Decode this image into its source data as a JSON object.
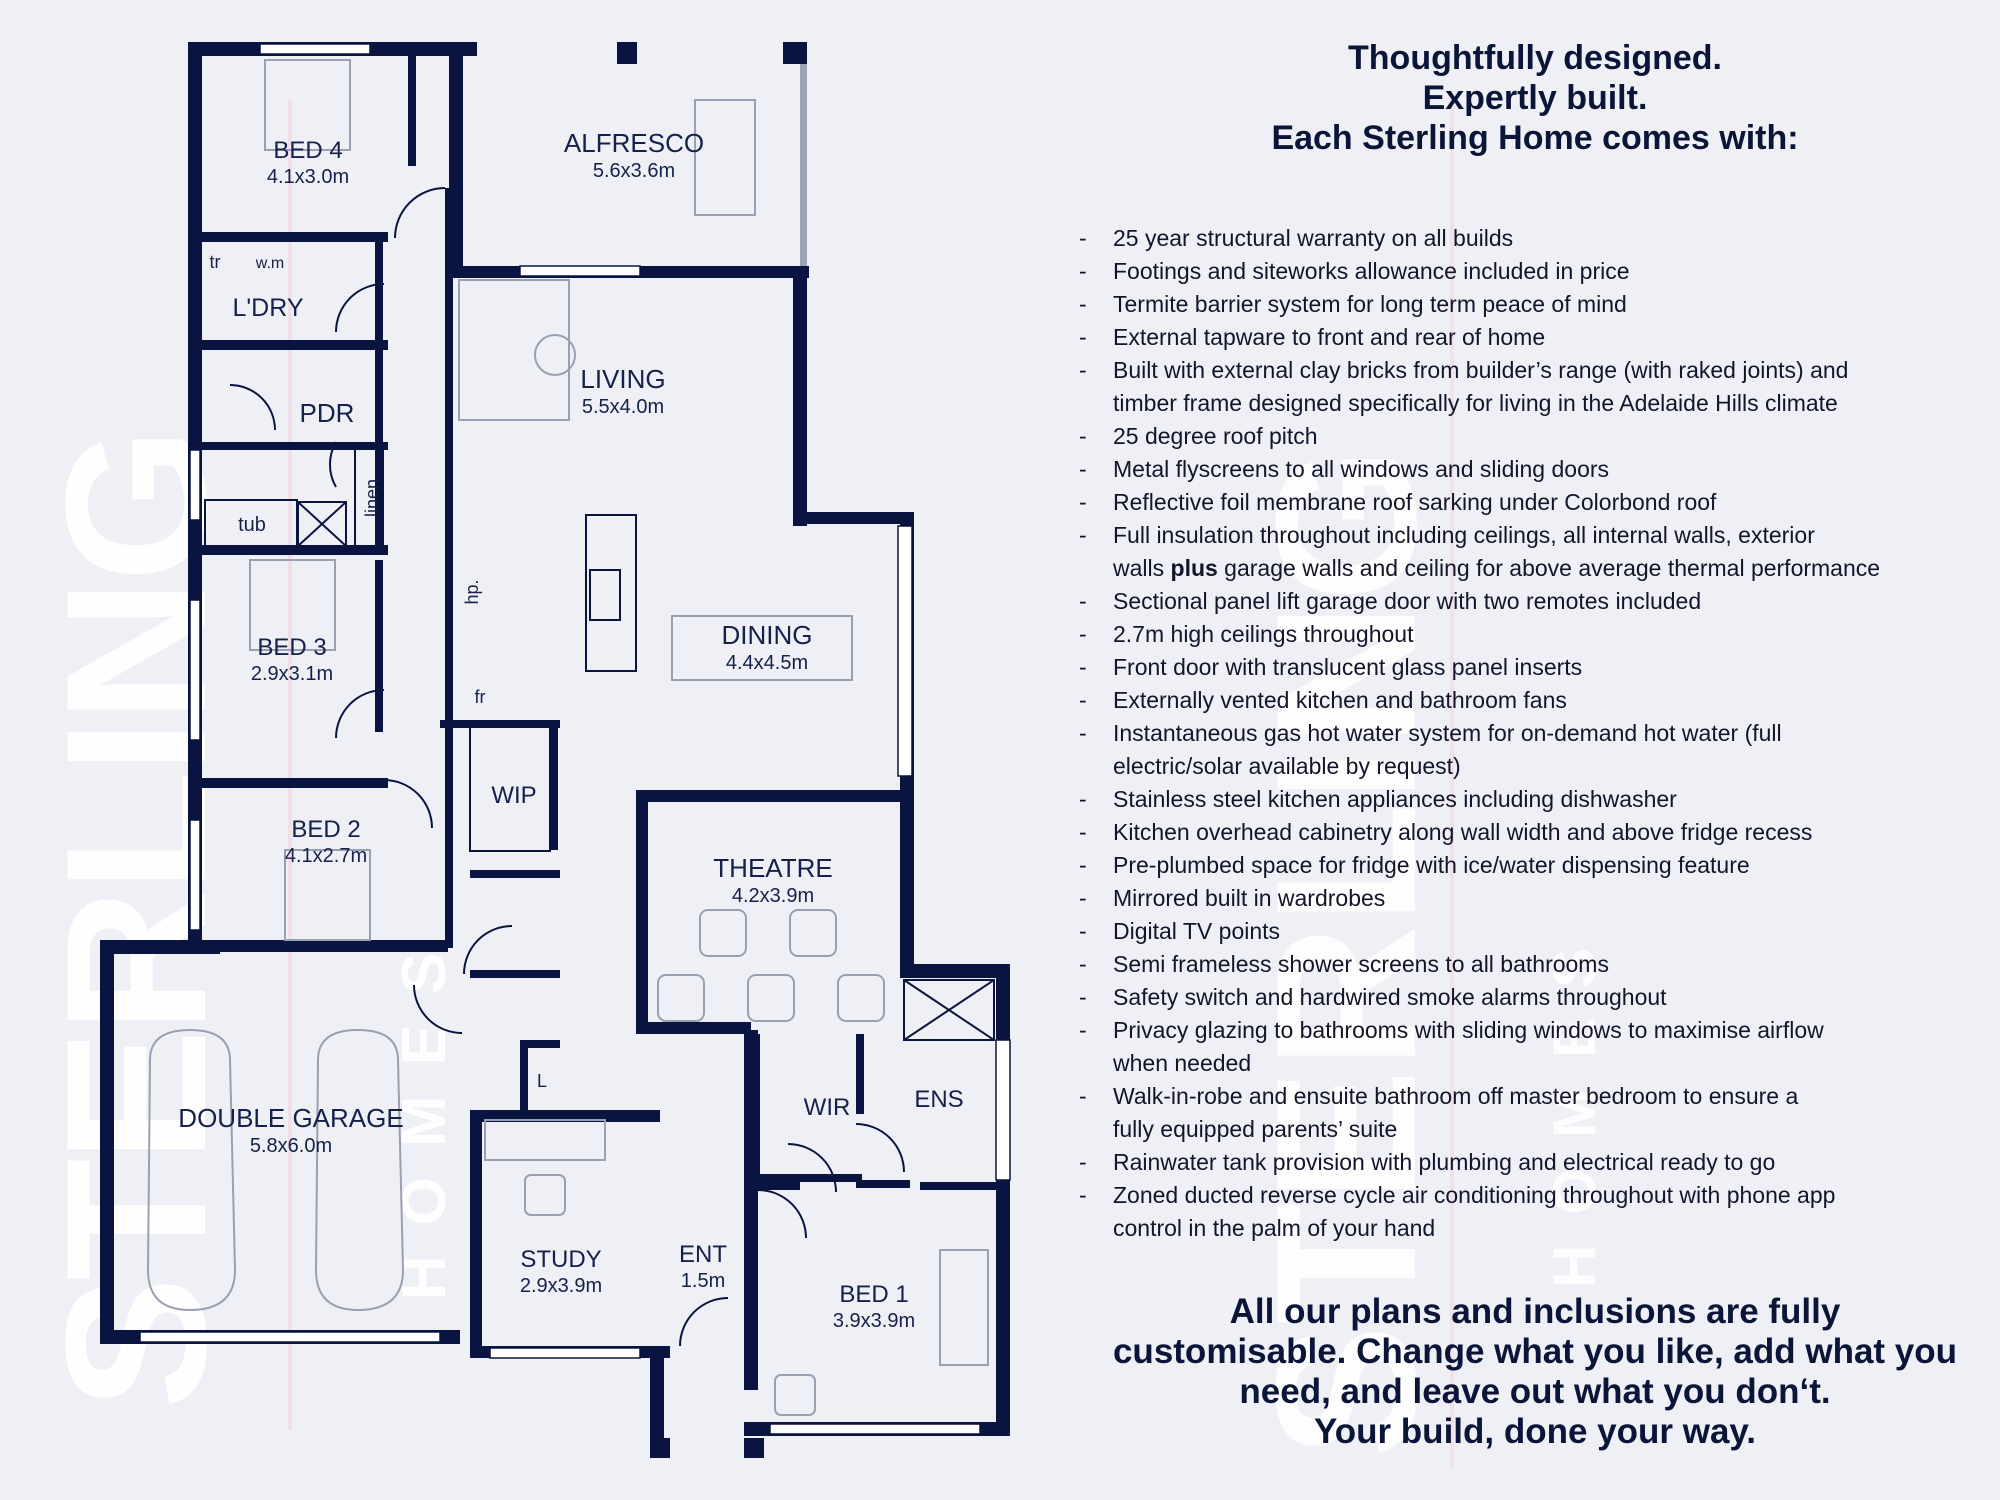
{
  "colors": {
    "wall": "#0a1440",
    "background": "#eef0f5",
    "watermark": "#ffffff"
  },
  "watermarks": {
    "left_big": "STERLING",
    "left_small": "HOMES",
    "right_big": "STERLING",
    "right_small": "HOMES"
  },
  "rooms": {
    "bed4": {
      "name": "BED 4",
      "size": "4.1x3.0m"
    },
    "alfresco": {
      "name": "ALFRESCO",
      "size": "5.6x3.6m"
    },
    "laundry": {
      "name": "L'DRY",
      "tr": "tr",
      "wm": "w.m"
    },
    "pdr": {
      "name": "PDR"
    },
    "living": {
      "name": "LIVING",
      "size": "5.5x4.0m"
    },
    "linen": {
      "name": "linen"
    },
    "tub": {
      "name": "tub"
    },
    "hp": {
      "name": "hp."
    },
    "bed3": {
      "name": "BED 3",
      "size": "2.9x3.1m"
    },
    "dining": {
      "name": "DINING",
      "size": "4.4x4.5m"
    },
    "fr": {
      "name": "fr"
    },
    "wip": {
      "name": "WIP"
    },
    "bed2": {
      "name": "BED 2",
      "size": "4.1x2.7m"
    },
    "theatre": {
      "name": "THEATRE",
      "size": "4.2x3.9m"
    },
    "garage": {
      "name": "DOUBLE GARAGE",
      "size": "5.8x6.0m"
    },
    "l": {
      "name": "L"
    },
    "wir": {
      "name": "WIR"
    },
    "ens": {
      "name": "ENS"
    },
    "study": {
      "name": "STUDY",
      "size": "2.9x3.9m"
    },
    "ent": {
      "name": "ENT",
      "size": "1.5m"
    },
    "bed1": {
      "name": "BED 1",
      "size": "3.9x3.9m"
    }
  },
  "headline": [
    "Thoughtfully designed.",
    "Expertly built.",
    "Each Sterling Home comes with:"
  ],
  "inclusions": [
    {
      "lines": [
        "25 year structural warranty on all builds"
      ]
    },
    {
      "lines": [
        "Footings and siteworks allowance included in price"
      ]
    },
    {
      "lines": [
        "Termite barrier system for long term peace of mind"
      ]
    },
    {
      "lines": [
        "External tapware to front and rear of home"
      ]
    },
    {
      "lines": [
        "Built with external clay bricks from builder’s range (with raked joints) and",
        "timber frame designed specifically for living in the Adelaide Hills climate"
      ]
    },
    {
      "lines": [
        "25 degree roof pitch"
      ]
    },
    {
      "lines": [
        "Metal flyscreens to all windows and sliding doors"
      ]
    },
    {
      "lines": [
        "Reflective foil membrane roof sarking under Colorbond roof"
      ]
    },
    {
      "lines": [
        "Full insulation throughout including ceilings, all internal walls, exterior"
      ],
      "l2a": "walls ",
      "l2b": "plus",
      "l2c": " garage walls and ceiling for above average thermal performance"
    },
    {
      "lines": [
        "Sectional panel lift garage door with two remotes included"
      ]
    },
    {
      "lines": [
        "2.7m high ceilings throughout"
      ]
    },
    {
      "lines": [
        "Front door with translucent glass panel inserts"
      ]
    },
    {
      "lines": [
        "Externally vented kitchen and bathroom fans"
      ]
    },
    {
      "lines": [
        "Instantaneous gas hot water system for on-demand hot water (full",
        "electric/solar available by request)"
      ]
    },
    {
      "lines": [
        "Stainless steel kitchen appliances including dishwasher"
      ]
    },
    {
      "lines": [
        "Kitchen overhead cabinetry along wall width and above fridge recess"
      ]
    },
    {
      "lines": [
        "Pre-plumbed space for fridge with ice/water dispensing feature"
      ]
    },
    {
      "lines": [
        "Mirrored built in wardrobes"
      ]
    },
    {
      "lines": [
        "Digital TV points"
      ]
    },
    {
      "lines": [
        "Semi frameless shower screens to all bathrooms"
      ]
    },
    {
      "lines": [
        "Safety switch and hardwired smoke alarms throughout"
      ]
    },
    {
      "lines": [
        "Privacy glazing to bathrooms with sliding windows to maximise airflow",
        "when needed"
      ]
    },
    {
      "lines": [
        "Walk-in-robe and ensuite bathroom off master bedroom to ensure a",
        "fully equipped parents’ suite"
      ]
    },
    {
      "lines": [
        "Rainwater tank provision with plumbing and electrical ready to go"
      ]
    },
    {
      "lines": [
        "Zoned ducted reverse cycle air conditioning throughout with phone app",
        "control in the palm of your hand"
      ]
    }
  ],
  "bullet_dash": "-",
  "footer": [
    "All our plans and inclusions are fully",
    "customisable. Change what you like, add what you",
    "need, and leave out what you don‘t.",
    "Your build, done your way."
  ]
}
